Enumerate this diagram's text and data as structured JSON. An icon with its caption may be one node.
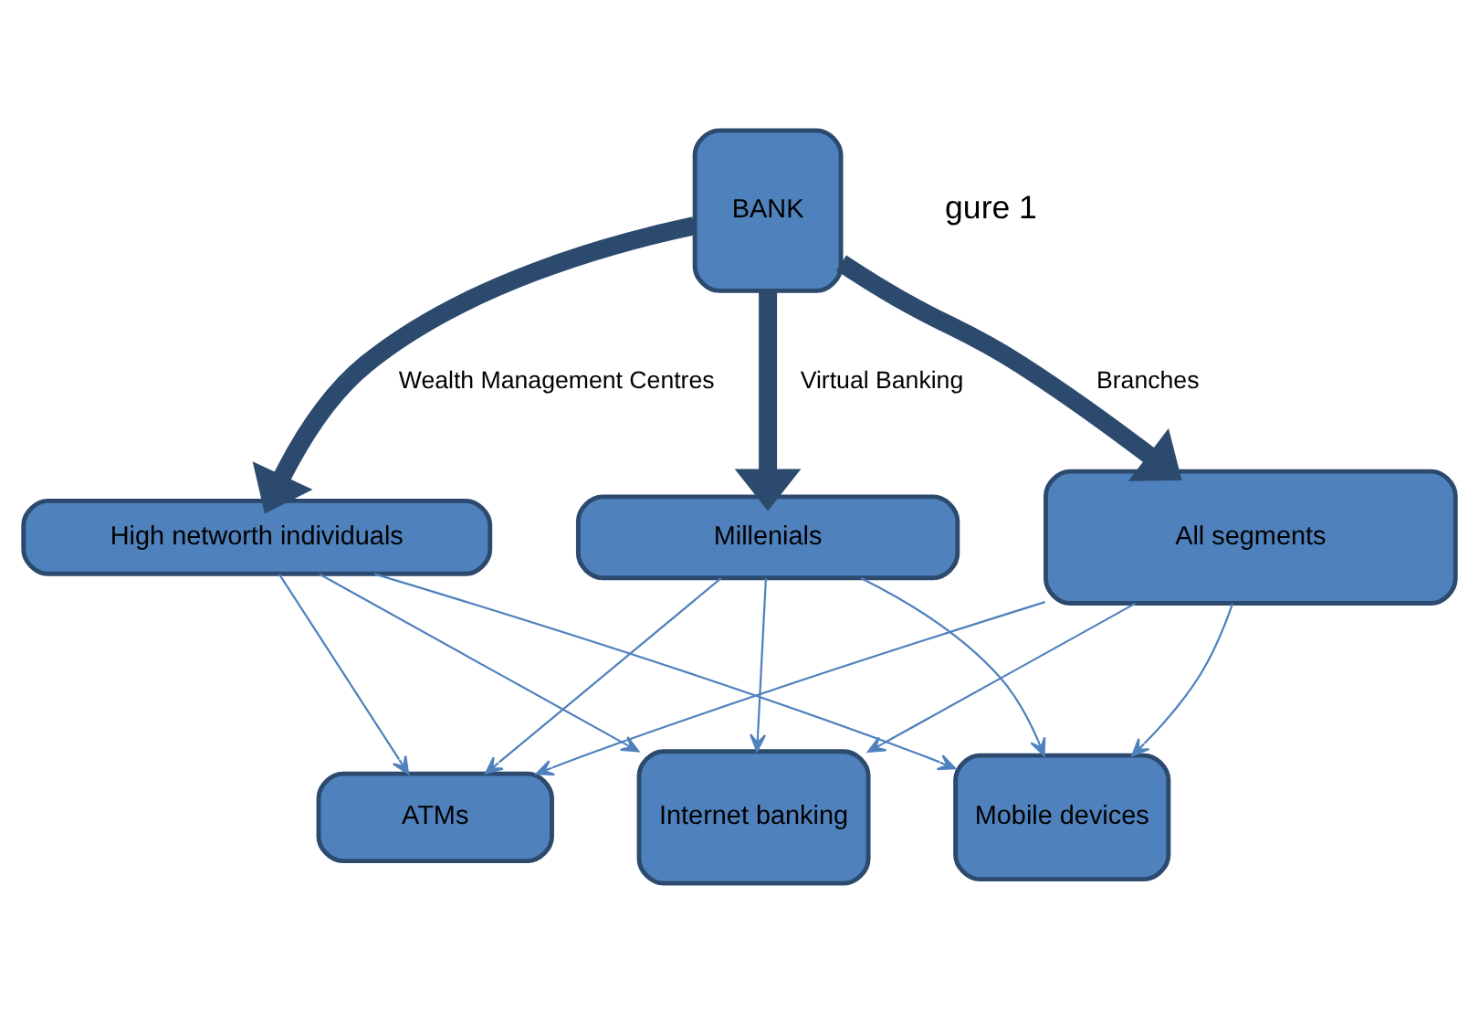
{
  "diagram": {
    "nodes": [
      {
        "text": [
          "BANK"
        ]
      },
      {
        "text": [
          "High networth individuals"
        ]
      },
      {
        "text": [
          "All segments"
        ]
      },
      {
        "text": [
          "Millenials"
        ]
      },
      {
        "text": [
          "Internet banking"
        ]
      },
      {
        "text": [
          "ATMs"
        ]
      },
      {
        "text": [
          "Mobile devices"
        ]
      }
    ],
    "edges": [
      {
        "from": 0,
        "to": 1,
        "arrow": "to",
        "label": "Wealth Management Centres",
        "style": "thick"
      },
      {
        "from": 0,
        "to": 2,
        "arrow": "to",
        "label": "Branches",
        "style": "thick"
      },
      {
        "from": 0,
        "to": 3,
        "arrow": "to",
        "label": "Virtual Banking",
        "style": "thick"
      },
      {
        "from": 1,
        "to": 4,
        "arrow": "to"
      },
      {
        "from": 1,
        "to": 5,
        "arrow": "to"
      },
      {
        "from": 1,
        "to": 6,
        "arrow": "to"
      },
      {
        "from": 2,
        "to": 4,
        "arrow": "to"
      },
      {
        "from": 2,
        "to": 5,
        "arrow": "to"
      },
      {
        "from": 2,
        "to": 6,
        "arrow": "to"
      },
      {
        "from": 3,
        "to": 4,
        "arrow": "to"
      },
      {
        "from": 3,
        "to": 5,
        "arrow": "to"
      },
      {
        "from": 3,
        "to": 6,
        "arrow": "to"
      }
    ],
    "labels": [
      "gure 1"
    ]
  }
}
